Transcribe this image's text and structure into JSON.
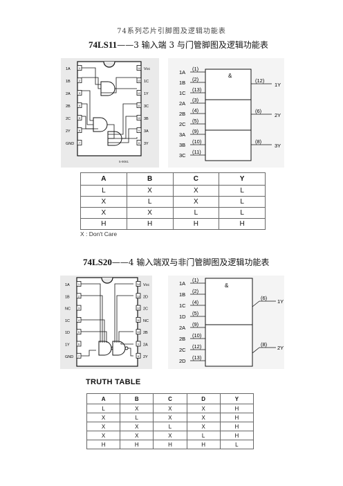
{
  "header": "74系列芯片引脚图及逻辑功能表",
  "section1": {
    "title_bold": "74LS11",
    "title_rest": "——3 输入端 3 与门管脚图及逻辑功能表",
    "dip_left": [
      "1A",
      "1B",
      "2A",
      "2B",
      "2C",
      "2Y",
      "GND"
    ],
    "dip_right": [
      "Vcc",
      "1C",
      "1Y",
      "3C",
      "3B",
      "3A",
      "3Y"
    ],
    "dip_left_nums": [
      "1",
      "2",
      "3",
      "4",
      "5",
      "6",
      "7"
    ],
    "dip_right_nums": [
      "14",
      "13",
      "12",
      "11",
      "10",
      "9",
      "8"
    ],
    "dip_footnote": "5-9061",
    "logic_inputs": [
      "1A",
      "1B",
      "1C",
      "2A",
      "2B",
      "2C",
      "3A",
      "3B",
      "3C"
    ],
    "logic_input_pins": [
      "(1)",
      "(2)",
      "(13)",
      "(3)",
      "(4)",
      "(5)",
      "(9)",
      "(10)",
      "(11)"
    ],
    "logic_outputs": [
      "1Y",
      "2Y",
      "3Y"
    ],
    "logic_output_pins": [
      "(12)",
      "(6)",
      "(8)"
    ],
    "logic_symbol": "&",
    "table_headers": [
      "A",
      "B",
      "C",
      "Y"
    ],
    "table_rows": [
      [
        "L",
        "X",
        "X",
        "L"
      ],
      [
        "X",
        "L",
        "X",
        "L"
      ],
      [
        "X",
        "X",
        "L",
        "L"
      ],
      [
        "H",
        "H",
        "H",
        "H"
      ]
    ],
    "note": "X : Don't Care"
  },
  "section2": {
    "title_bold": "74LS20",
    "title_rest": "——4 输入端双与非门管脚图及逻辑功能表",
    "dip_left": [
      "1A",
      "1B",
      "NC",
      "1C",
      "1D",
      "1Y",
      "GND"
    ],
    "dip_right": [
      "Vcc",
      "2D",
      "2C",
      "NC",
      "2B",
      "2A",
      "2Y"
    ],
    "dip_left_nums": [
      "1",
      "2",
      "3",
      "4",
      "5",
      "6",
      "7"
    ],
    "dip_right_nums": [
      "14",
      "13",
      "12",
      "11",
      "10",
      "9",
      "8"
    ],
    "logic_inputs": [
      "1A",
      "1B",
      "1C",
      "1D",
      "2A",
      "2B",
      "2C",
      "2D"
    ],
    "logic_input_pins": [
      "(1)",
      "(2)",
      "(4)",
      "(5)",
      "(9)",
      "(10)",
      "(12)",
      "(13)"
    ],
    "logic_outputs": [
      "1Y",
      "2Y"
    ],
    "logic_output_pins": [
      "(6)",
      "(8)"
    ],
    "logic_symbol": "&",
    "table_caption": "TRUTH TABLE",
    "table_headers": [
      "A",
      "B",
      "C",
      "D",
      "Y"
    ],
    "table_rows": [
      [
        "L",
        "X",
        "X",
        "X",
        "H"
      ],
      [
        "X",
        "L",
        "X",
        "X",
        "H"
      ],
      [
        "X",
        "X",
        "L",
        "X",
        "H"
      ],
      [
        "X",
        "X",
        "X",
        "L",
        "H"
      ],
      [
        "H",
        "H",
        "H",
        "H",
        "L"
      ]
    ]
  }
}
